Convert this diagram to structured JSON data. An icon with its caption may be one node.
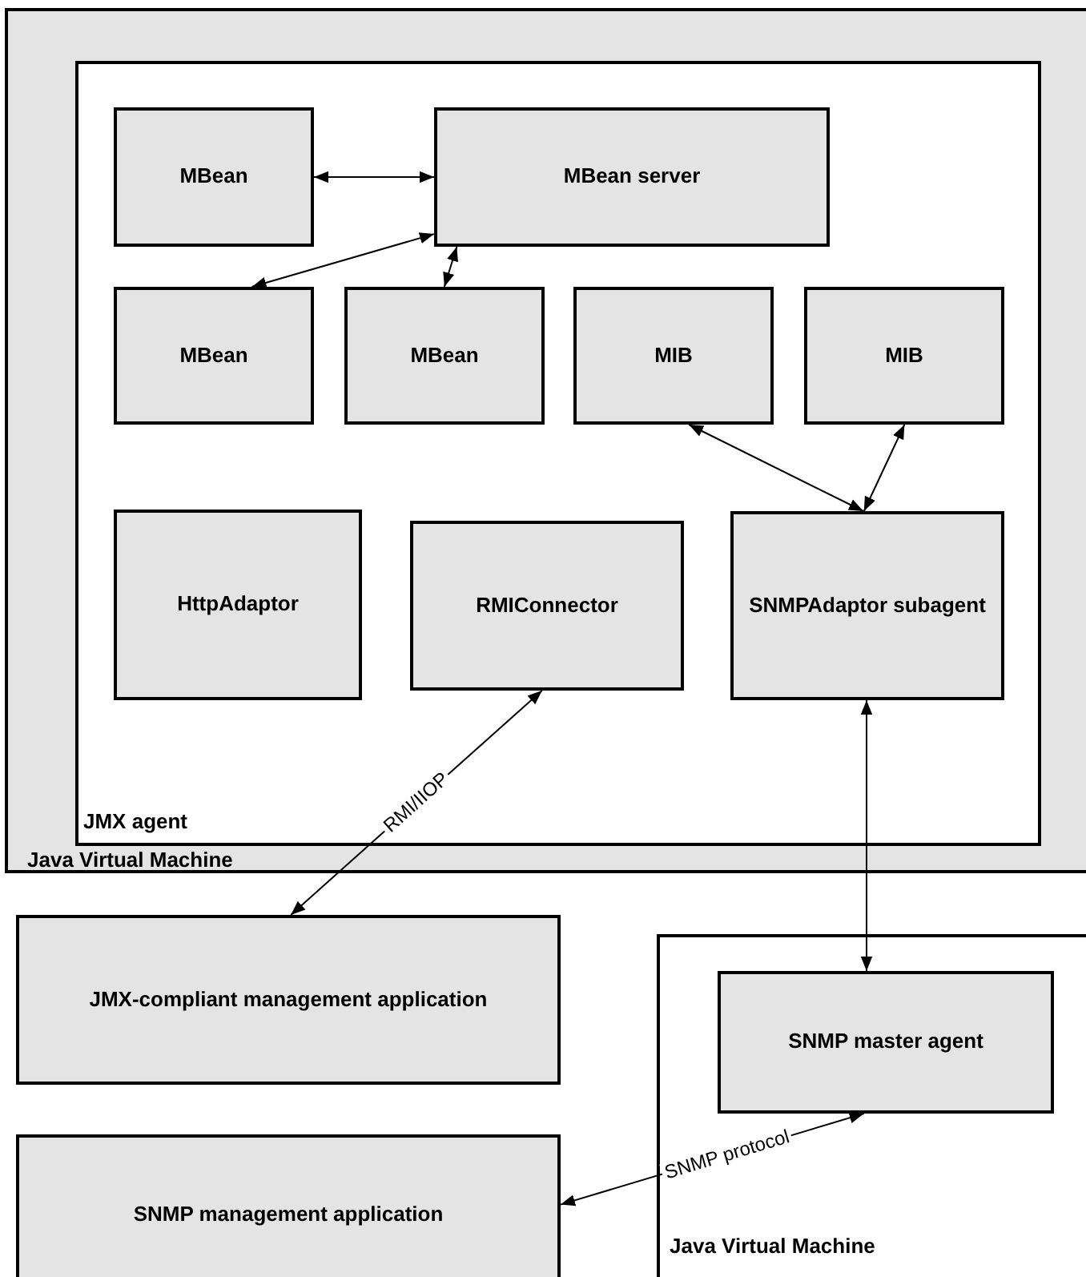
{
  "diagram": {
    "nodes": [
      {
        "text": [
          "Java Virtual Machine"
        ]
      },
      {
        "text": [
          "JMX agent"
        ],
        "in": 0
      },
      {
        "text": [
          "MBean"
        ],
        "in": 1
      },
      {
        "text": [
          "MBean server"
        ],
        "in": 1
      },
      {
        "text": [
          "MBean"
        ],
        "in": 1
      },
      {
        "text": [
          "MBean"
        ],
        "in": 1
      },
      {
        "text": [
          "MIB"
        ],
        "in": 1
      },
      {
        "text": [
          "MIB"
        ],
        "in": 1
      },
      {
        "text": [
          "HttpAdaptor"
        ],
        "in": 1
      },
      {
        "text": [
          "RMIConnector"
        ],
        "in": 1
      },
      {
        "text": [
          "SNMPAdaptor subagent"
        ],
        "in": 1
      },
      {
        "text": [
          "JMX-compliant management application"
        ]
      },
      {
        "text": [
          "Java Virtual Machine"
        ]
      },
      {
        "text": [
          "SNMP master agent"
        ],
        "in": 12
      },
      {
        "text": [
          "SNMP management application"
        ]
      }
    ],
    "edges": [
      {
        "from": 2,
        "to": 3,
        "arrow": "both"
      },
      {
        "from": 3,
        "to": 4,
        "arrow": "both"
      },
      {
        "from": 3,
        "to": 5,
        "arrow": "both"
      },
      {
        "from": 6,
        "to": 10,
        "arrow": "both"
      },
      {
        "from": 7,
        "to": 10,
        "arrow": "both"
      },
      {
        "from": 9,
        "to": 11,
        "label": "RMI/IIOP",
        "arrow": "both"
      },
      {
        "from": 10,
        "to": 13,
        "arrow": "both"
      },
      {
        "from": 13,
        "to": 14,
        "label": "SNMP protocol",
        "arrow": "both"
      }
    ]
  }
}
